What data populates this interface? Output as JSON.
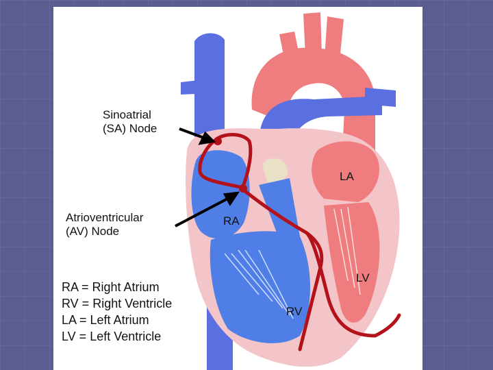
{
  "annotations": {
    "sa_node": [
      "Sinoatrial",
      "(SA) Node"
    ],
    "av_node": [
      "Atrioventricular",
      "(AV) Node"
    ]
  },
  "chambers": {
    "ra": "RA",
    "la": "LA",
    "lv": "LV",
    "rv": "RV"
  },
  "legend": [
    "RA = Right Atrium",
    "RV = Right Ventricle",
    "LA = Left Atrium",
    "LV = Left Ventricle"
  ],
  "colors": {
    "background": "#5a5c92",
    "vein_blue": "#5a6fe0",
    "artery_red": "#ef7d7f",
    "conduction": "#b3121b",
    "wall": "#f4c5c8"
  }
}
